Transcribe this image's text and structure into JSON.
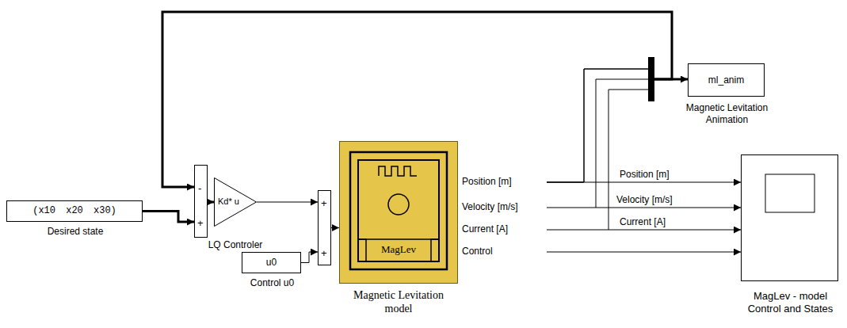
{
  "diagram": {
    "nodes": [
      {
        "text": [
          "(x10 x20 x30)",
          "Desired state"
        ]
      },
      {
        "text": [
          "-",
          "+"
        ]
      },
      {
        "text": [
          "Kd* u",
          "LQ Controler"
        ]
      },
      {
        "text": [
          "+",
          "+"
        ]
      },
      {
        "text": [
          "u0",
          "Control u0"
        ]
      },
      {
        "text": [
          "Position [m]",
          "Velocity [m/s]",
          "Current [A]",
          "Control",
          "MagLev",
          "Magnetic Levitation model"
        ]
      },
      {
        "text": [
          "ml_anim",
          "Magnetic Levitation Animation"
        ]
      },
      {
        "text": [
          "MagLev - model Control and States"
        ]
      }
    ],
    "edges": [
      {
        "from": 0,
        "to": 1,
        "arrow": "to"
      },
      {
        "from": 1,
        "to": 2,
        "arrow": "to"
      },
      {
        "from": 2,
        "to": 3,
        "arrow": "to"
      },
      {
        "from": 4,
        "to": 3,
        "arrow": "to"
      },
      {
        "from": 3,
        "to": 5,
        "arrow": "to"
      },
      {
        "from": 5,
        "to": 6,
        "arrow": "to"
      },
      {
        "from": 5,
        "to": 1,
        "arrow": "to"
      },
      {
        "from": 5,
        "to": 7,
        "label": "Position [m]",
        "arrow": "to"
      },
      {
        "from": 5,
        "to": 7,
        "label": "Velocity [m/s]",
        "arrow": "to"
      },
      {
        "from": 5,
        "to": 7,
        "label": "Current [A]",
        "arrow": "to"
      },
      {
        "from": 5,
        "to": 7,
        "arrow": "to"
      }
    ]
  }
}
